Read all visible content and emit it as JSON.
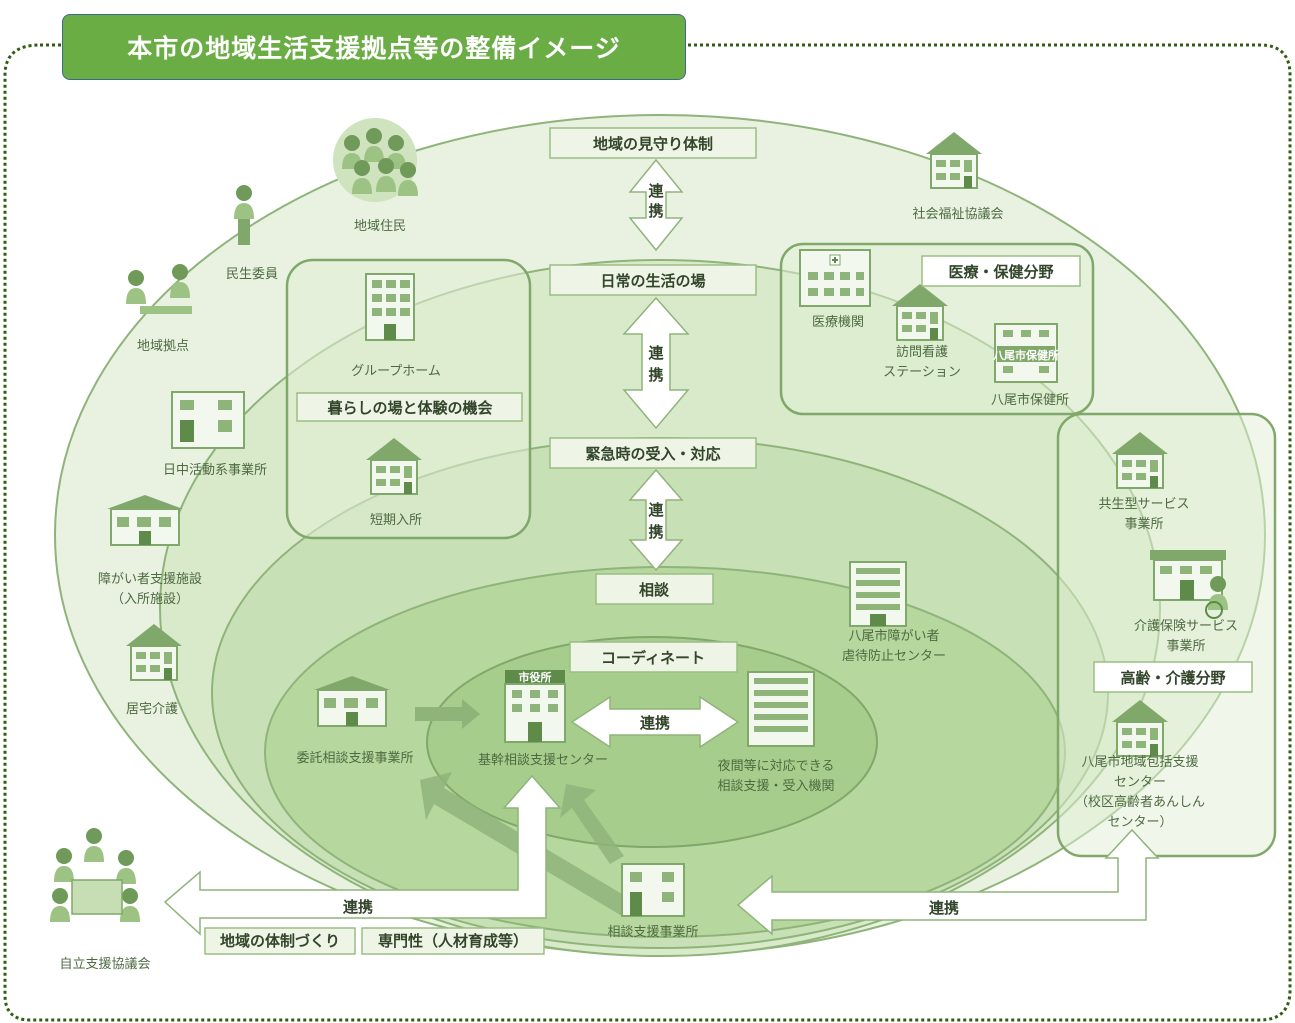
{
  "title": "本市の地域生活支援拠点等の整備イメージ",
  "levels": {
    "mimamori": "地域の見守り体制",
    "nichijo": "日常の生活の場",
    "kinkyu": "緊急時の受入・対応",
    "sodan": "相談",
    "coordinate": "コーディネート"
  },
  "renkei": {
    "top_chars": [
      "連",
      "携"
    ],
    "mid_chars": [
      "連",
      "携"
    ],
    "low_chars": [
      "連",
      "携"
    ],
    "inner": "連携",
    "bottom_left": "連携",
    "bottom_right": "連携"
  },
  "facilities": {
    "chiiki_jumin": "地域住民",
    "minsei_iin": "民生委員",
    "chiiki_kyoten": "地域拠点",
    "nicchu": "日中活動系事業所",
    "shogai_shisetsu_1": "障がい者支援施設",
    "shogai_shisetsu_2": "（入所施設）",
    "kyotaku": "居宅介護",
    "shakai_fukushi": "社会福祉協議会",
    "group_home": "グループホーム",
    "kurashi": "暮らしの場と体験の機会",
    "tanki": "短期入所",
    "iryo_kikan": "医療機関",
    "homon_1": "訪問看護",
    "homon_2": "ステーション",
    "hokensho": "八尾市保健所",
    "hokensho_sign": "八尾市保健所",
    "iryo_bunya": "医療・保健分野",
    "kyosei_1": "共生型サービス",
    "kyosei_2": "事業所",
    "kaigo_1": "介護保険サービス",
    "kaigo_2": "事業所",
    "korei_bunya": "高齢・介護分野",
    "hokatsu_1": "八尾市地域包括支援",
    "hokatsu_2": "センター",
    "hokatsu_3": "（校区高齢者あんしん",
    "hokatsu_4": "センター）",
    "gyakutai_1": "八尾市障がい者",
    "gyakutai_2": "虐待防止センター",
    "itaku": "委託相談支援事業所",
    "kikan": "基幹相談支援センター",
    "shiyakusho_sign": "市役所",
    "yakan_1": "夜間等に対応できる",
    "yakan_2": "相談支援・受入機関",
    "sodan_jigyosho": "相談支援事業所",
    "jiritsu": "自立支援協議会",
    "taisei": "地域の体制づくり",
    "senmon": "専門性（人材育成等）"
  }
}
